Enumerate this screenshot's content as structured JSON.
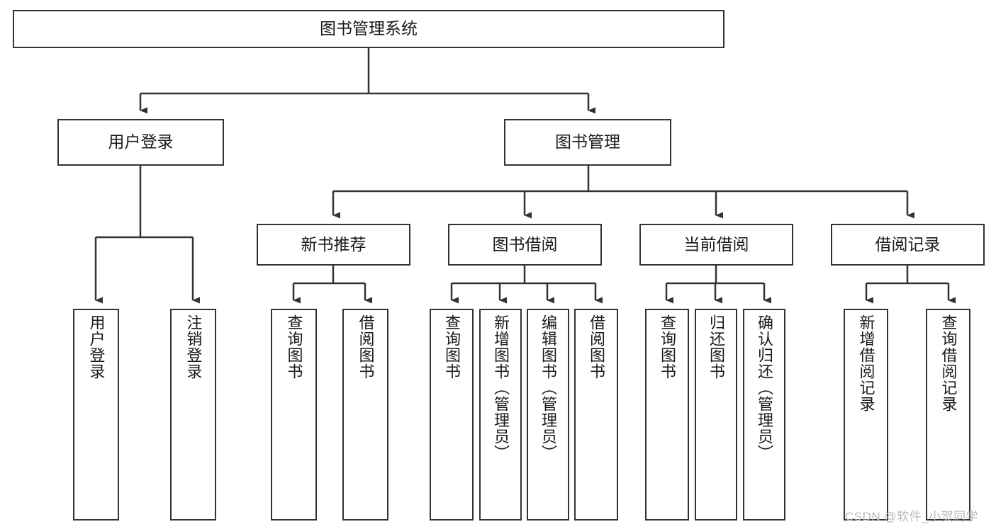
{
  "diagram": {
    "title": "图书管理系统",
    "type": "functional-structure-tree",
    "colors": {
      "box_border": "#333333",
      "box_fill": "#ffffff",
      "edge": "#333333",
      "text": "#1a1a1a",
      "watermark": "#b9b9b9",
      "background": "#ffffff"
    },
    "nodes": {
      "root": {
        "label": "图书管理系统",
        "orientation": "horizontal"
      },
      "level2": [
        {
          "label": "用户登录",
          "orientation": "horizontal"
        },
        {
          "label": "图书管理",
          "orientation": "horizontal"
        }
      ],
      "level3": [
        {
          "label": "新书推荐",
          "orientation": "horizontal"
        },
        {
          "label": "图书借阅",
          "orientation": "horizontal"
        },
        {
          "label": "当前借阅",
          "orientation": "horizontal"
        },
        {
          "label": "借阅记录",
          "orientation": "horizontal"
        }
      ],
      "leaves_user_login": [
        {
          "label": "用户登录",
          "orientation": "vertical"
        },
        {
          "label": "注销登录",
          "orientation": "vertical"
        }
      ],
      "leaves_new_book": [
        {
          "label": "查询图书",
          "orientation": "vertical"
        },
        {
          "label": "借阅图书",
          "orientation": "vertical"
        }
      ],
      "leaves_borrow_book": [
        {
          "label": "查询图书",
          "orientation": "vertical"
        },
        {
          "label": "新增图书（管理员）",
          "orientation": "vertical"
        },
        {
          "label": "编辑图书（管理员）",
          "orientation": "vertical"
        },
        {
          "label": "借阅图书",
          "orientation": "vertical"
        }
      ],
      "leaves_current_borrow": [
        {
          "label": "查询图书",
          "orientation": "vertical"
        },
        {
          "label": "归还图书",
          "orientation": "vertical"
        },
        {
          "label": "确认归还（管理员）",
          "orientation": "vertical"
        }
      ],
      "leaves_borrow_record": [
        {
          "label": "新增借阅记录",
          "orientation": "vertical"
        },
        {
          "label": "查询借阅记录",
          "orientation": "vertical"
        }
      ]
    },
    "watermark": "CSDN @软件_小贺同学"
  }
}
